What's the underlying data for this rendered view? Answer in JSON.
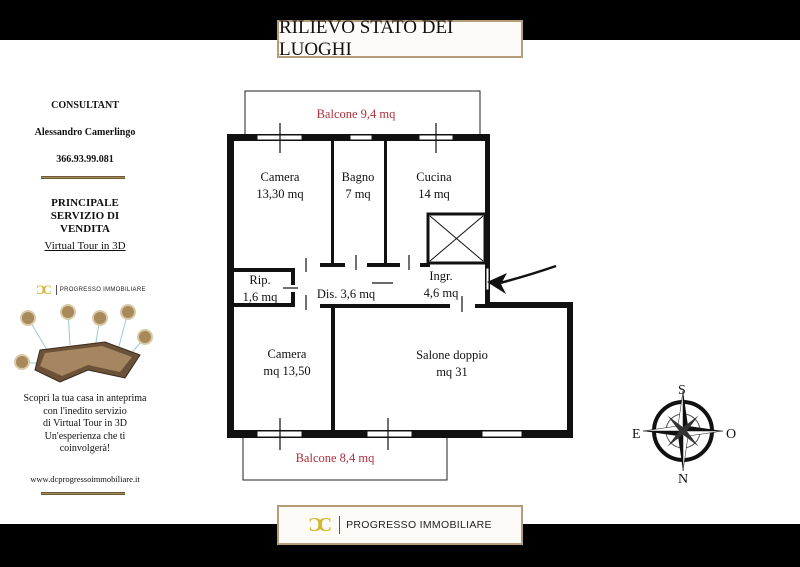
{
  "header": {
    "title": "RILIEVO STATO DEI LUOGHI"
  },
  "sidebar": {
    "consultant_heading": "CONSULTANT",
    "consultant_name": "Alessandro Camerlingo",
    "phone": "366.93.99.081",
    "service_heading": "PRINCIPALE SERVIZIO DI VENDITA",
    "virtual_tour_link": "Virtual Tour in 3D",
    "logo_text": "PROGRESSO IMMOBILIARE",
    "promo_lines": [
      "Scopri la tua casa in anteprima",
      "con l'inedito servizio",
      "di Virtual Tour in 3D",
      "Un'esperienza che ti",
      "coinvolgerà!"
    ],
    "website": "www.dcprogressoimmobiliare.it"
  },
  "floorplan": {
    "balcony_top": "Balcone 9,4 mq",
    "balcony_bottom": "Balcone 8,4 mq",
    "rooms": [
      {
        "name": "Camera",
        "area": "13,30 mq"
      },
      {
        "name": "Bagno",
        "area": "7 mq"
      },
      {
        "name": "Cucina",
        "area": "14 mq"
      },
      {
        "name": "Rip.",
        "area": "1,6 mq"
      },
      {
        "name": "Dis. 3,6 mq",
        "area": ""
      },
      {
        "name": "Ingr.",
        "area": "4,6 mq"
      },
      {
        "name": "Camera",
        "area": "mq 13,50"
      },
      {
        "name": "Salone doppio",
        "area": "mq 31"
      }
    ]
  },
  "compass": {
    "top": "S",
    "left": "E",
    "right": "O",
    "bottom": "N"
  },
  "footer": {
    "logo_text": "PROGRESSO IMMOBILIARE"
  },
  "colors": {
    "gold": "#b59c7a",
    "balcony_label": "#b0303a"
  }
}
